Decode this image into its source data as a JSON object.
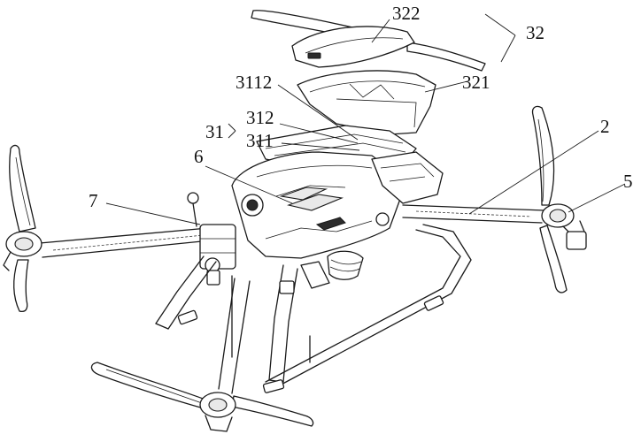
{
  "labels": {
    "l322": "322",
    "l32": "32",
    "l321": "321",
    "l3112": "3112",
    "l312": "312",
    "l31": "31",
    "l311": "311",
    "l6": "6",
    "l2": "2",
    "l5": "5",
    "l7": "7"
  }
}
